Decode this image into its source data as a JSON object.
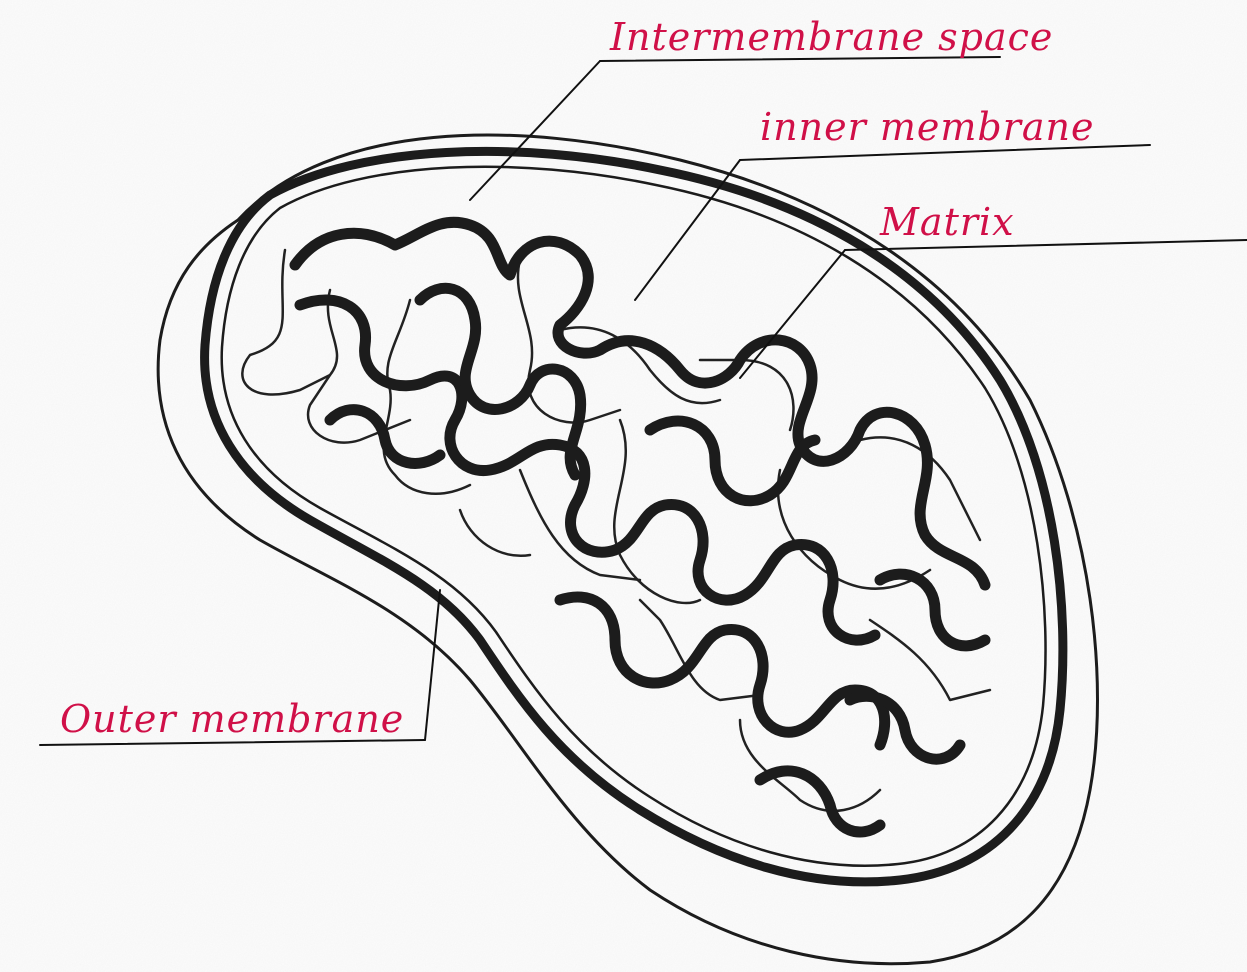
{
  "diagram": {
    "labels": {
      "intermembrane_space": "Intermembrane space",
      "inner_membrane": "inner membrane",
      "matrix": "Matrix",
      "outer_membrane": "Outer membrane"
    },
    "colors": {
      "label_ink": "#d01048",
      "line_ink": "#111111",
      "membrane_ink": "#1c1c1c",
      "paper": "#fbfbfb"
    }
  }
}
